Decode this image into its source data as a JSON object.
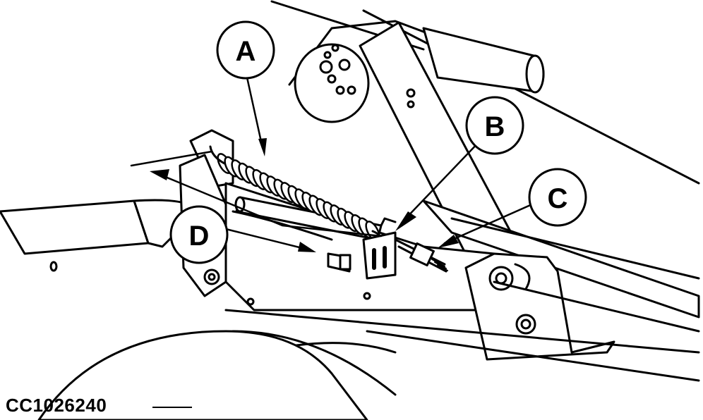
{
  "callouts": {
    "a": "A",
    "b": "B",
    "c": "C",
    "d": "D"
  },
  "figure": {
    "code": "CC1026240"
  },
  "colors": {
    "line": "#000000",
    "fill": "#ffffff"
  }
}
